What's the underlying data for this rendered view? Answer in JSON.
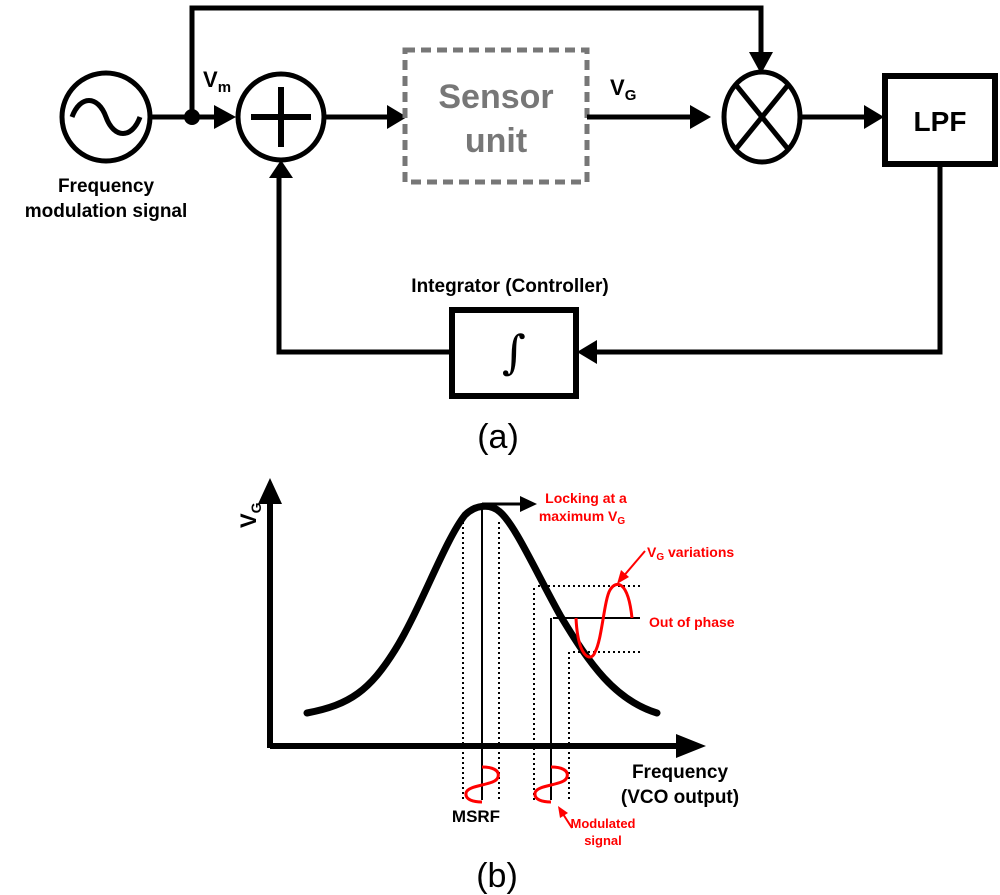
{
  "colors": {
    "line": "#000000",
    "accent": "#ff0000",
    "sensor": "#777777"
  },
  "panel_a": {
    "source_label_1": "Frequency",
    "source_label_2": "modulation signal",
    "vm_main": "V",
    "vm_sub": "m",
    "sensor_1": "Sensor",
    "sensor_2": "unit",
    "vg_main": "V",
    "vg_sub": "G",
    "lpf": "LPF",
    "integrator_label": "Integrator (Controller)",
    "integrator_symbol": "∫",
    "caption": "(a)"
  },
  "panel_b": {
    "y_axis_main": "V",
    "y_axis_sub": "G",
    "x_axis_1": "Frequency",
    "x_axis_2": "(VCO output)",
    "lock_1": "Locking at a",
    "lock_2_main": "maximum V",
    "lock_2_sub": "G",
    "var_main": "V",
    "var_sub": "G",
    "var_rest": " variations",
    "phase": "Out of phase",
    "msrf": "MSRF",
    "mod_1": "Modulated",
    "mod_2": "signal",
    "caption": "(b)"
  }
}
